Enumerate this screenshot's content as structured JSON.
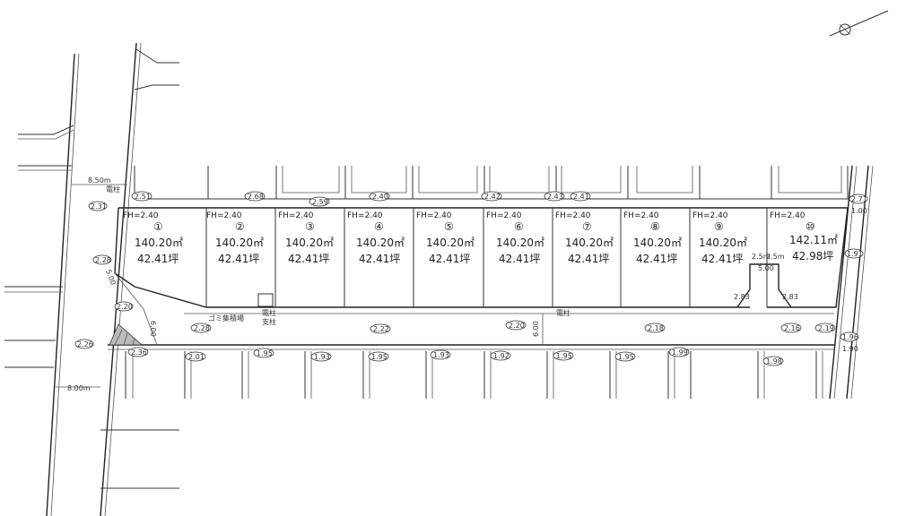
{
  "lots": [
    {
      "num": "①",
      "fh": "FH=2.40",
      "sqm": "140.20㎡",
      "tsubo": "42.41坪"
    },
    {
      "num": "②",
      "fh": "FH=2.40",
      "sqm": "140.20㎡",
      "tsubo": "42.41坪"
    },
    {
      "num": "③",
      "fh": "FH=2.40",
      "sqm": "140.20㎡",
      "tsubo": "42.41坪"
    },
    {
      "num": "④",
      "fh": "FH=2.40",
      "sqm": "140.20㎡",
      "tsubo": "42.41坪"
    },
    {
      "num": "⑤",
      "fh": "FH=2.40",
      "sqm": "140.20㎡",
      "tsubo": "42.41坪"
    },
    {
      "num": "⑥",
      "fh": "FH=2.40",
      "sqm": "140.20㎡",
      "tsubo": "42.41坪"
    },
    {
      "num": "⑦",
      "fh": "FH=2.40",
      "sqm": "140.20㎡",
      "tsubo": "42.41坪"
    },
    {
      "num": "⑧",
      "fh": "FH=2.40",
      "sqm": "140.20㎡",
      "tsubo": "42.41坪"
    },
    {
      "num": "⑨",
      "fh": "FH=2.40",
      "sqm": "140.20㎡",
      "tsubo": "42.41坪"
    },
    {
      "num": "⑩",
      "fh": "FH=2.40",
      "sqm": "142.11㎡",
      "tsubo": "42.98坪"
    }
  ],
  "top_elevations": [
    "2.51",
    "2.68",
    "2.59",
    "2.40",
    "2.42",
    "2.43",
    "2.41"
  ],
  "road_elevations": [
    "2.28",
    "2.22",
    "2.20",
    "2.18",
    "2.16",
    "2.19"
  ],
  "bottom_elevations": [
    "2.36",
    "2.01",
    "1.95",
    "1.93",
    "1.95",
    "1.93",
    "1.92",
    "1.95",
    "1.95",
    "1.99",
    "1.98"
  ],
  "left_road": {
    "width_top": "8.50m",
    "width_bottom": "8.00m",
    "elev_1": "2.31",
    "elev_2": "2.28",
    "elev_3": "2.20",
    "elev_4": "2.26",
    "pole_label": "電柱"
  },
  "right_road": {
    "elev_1": "2.71",
    "elev_2": "1.00",
    "elev_3": "1.91",
    "elev_4": "1.96",
    "elev_5": "1.90"
  },
  "private_road": {
    "width_vertical": "6.00",
    "width_side": "6.00",
    "width_entry": "5.00"
  },
  "turnaround": {
    "width": "5.00",
    "left_seg": "2.5m",
    "right_seg": "2.5m",
    "diag_left": "2.83",
    "diag_right": "2.83"
  },
  "labels": {
    "garbage": "ゴミ集積場",
    "pole_a": "電柱",
    "pole_b": "支柱",
    "pole_c": "電柱"
  }
}
